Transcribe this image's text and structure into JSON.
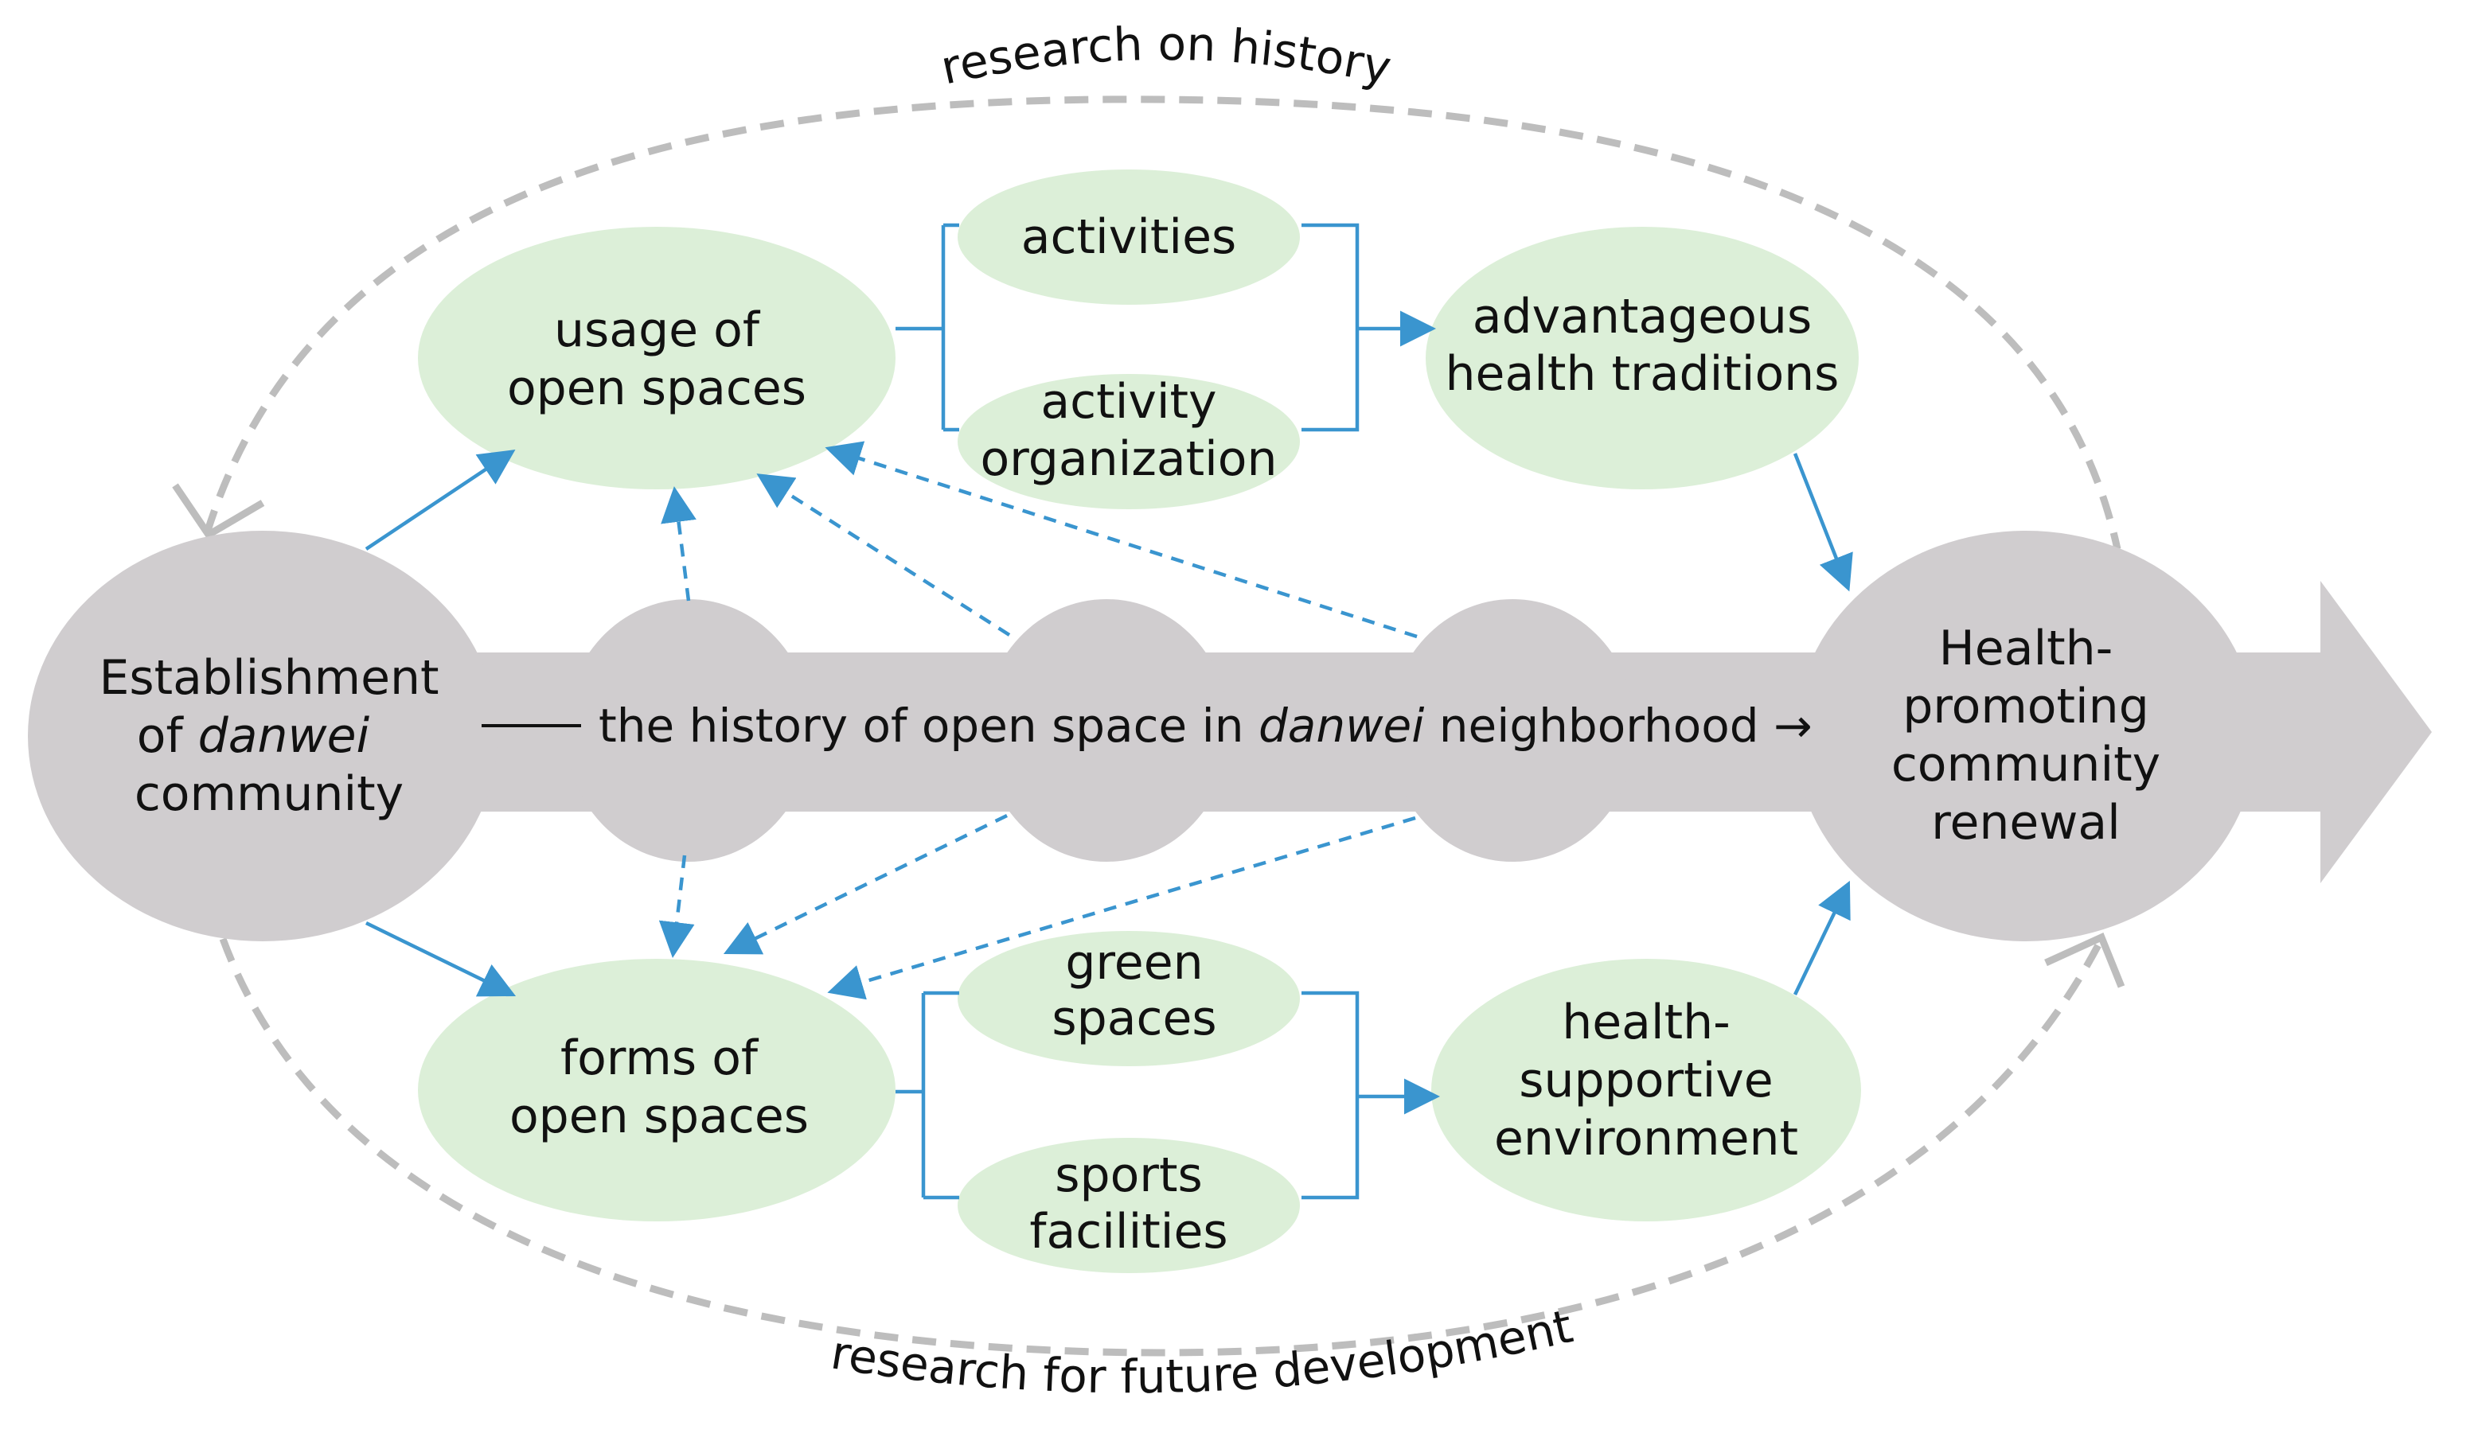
{
  "nodes": {
    "establishment": {
      "line1": "Establishment",
      "line2_prefix": "of ",
      "line2_italic": "danwei",
      "line3": "community"
    },
    "health_renewal": {
      "lines": [
        "Health-",
        "promoting",
        "community",
        "renewal"
      ]
    },
    "usage": {
      "lines": [
        "usage of",
        "open spaces"
      ]
    },
    "forms": {
      "lines": [
        "forms of",
        "open spaces"
      ]
    },
    "activities": {
      "lines": [
        "activities"
      ]
    },
    "activity_org": {
      "lines": [
        "activity",
        "organization"
      ]
    },
    "green_spaces": {
      "lines": [
        "green",
        "spaces"
      ]
    },
    "sports": {
      "lines": [
        "sports",
        "facilities"
      ]
    },
    "traditions": {
      "lines": [
        "advantageous",
        "health traditions"
      ]
    },
    "environment": {
      "lines": [
        "health-",
        "supportive",
        "environment"
      ]
    }
  },
  "timeline": {
    "prefix": "the history of open space in ",
    "italic": "danwei",
    "suffix": " neighborhood →"
  },
  "loops": {
    "top": "research on history",
    "bottom": "research for future development"
  },
  "colors": {
    "grey": "#d0cdcf",
    "green": "#dcefd8",
    "blue": "#3a95cf",
    "dash_grey": "#bdbdbd"
  }
}
